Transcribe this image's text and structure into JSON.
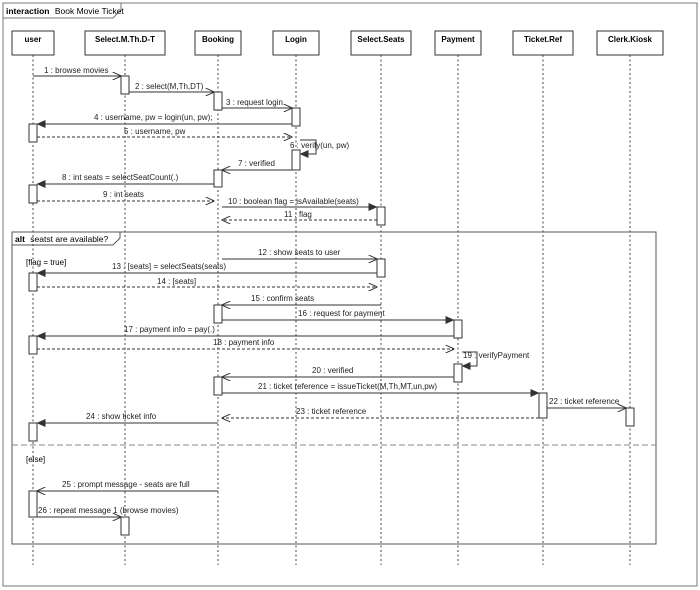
{
  "frame": {
    "keyword": "interaction",
    "name": "Book Movie Ticket"
  },
  "lifelines": [
    {
      "id": "user",
      "label": "user"
    },
    {
      "id": "selectMThDT",
      "label": "Select.M.Th.D-T"
    },
    {
      "id": "booking",
      "label": "Booking"
    },
    {
      "id": "login",
      "label": "Login"
    },
    {
      "id": "selectSeats",
      "label": "Select.Seats"
    },
    {
      "id": "payment",
      "label": "Payment"
    },
    {
      "id": "ticketRef",
      "label": "Ticket.Ref"
    },
    {
      "id": "clerkKiosk",
      "label": "Clerk.Kiosk"
    }
  ],
  "messages": [
    {
      "label": "1 : browse movies",
      "from": "user",
      "to": "selectMThDT",
      "kind": "sync"
    },
    {
      "label": "2 : select(M,Th,DT)",
      "from": "selectMThDT",
      "to": "booking",
      "kind": "sync"
    },
    {
      "label": "3 : request login",
      "from": "booking",
      "to": "login",
      "kind": "sync"
    },
    {
      "label": "4 : username, pw = login(un, pw);",
      "from": "login",
      "to": "user",
      "kind": "sync"
    },
    {
      "label": "5 : username, pw",
      "from": "user",
      "to": "login",
      "kind": "reply"
    },
    {
      "label": "6 : verify(un, pw)",
      "from": "login",
      "to": "login",
      "kind": "self"
    },
    {
      "label": "7 : verified",
      "from": "login",
      "to": "booking",
      "kind": "sync"
    },
    {
      "label": "8 : int seats = selectSeatCount(.)",
      "from": "booking",
      "to": "user",
      "kind": "sync"
    },
    {
      "label": "9 : int seats",
      "from": "user",
      "to": "booking",
      "kind": "reply"
    },
    {
      "label": "10 : boolean flag = isAvailable(seats)",
      "from": "booking",
      "to": "selectSeats",
      "kind": "sync"
    },
    {
      "label": "11 : flag",
      "from": "selectSeats",
      "to": "booking",
      "kind": "reply"
    },
    {
      "label": "12 : show seats to user",
      "from": "booking",
      "to": "selectSeats",
      "kind": "sync"
    },
    {
      "label": "13 : [seats] = selectSeats(seats)",
      "from": "selectSeats",
      "to": "user",
      "kind": "sync"
    },
    {
      "label": "14 : [seats]",
      "from": "user",
      "to": "selectSeats",
      "kind": "reply"
    },
    {
      "label": "15 : confirm seats",
      "from": "selectSeats",
      "to": "booking",
      "kind": "sync"
    },
    {
      "label": "16 : request for payment",
      "from": "booking",
      "to": "payment",
      "kind": "sync"
    },
    {
      "label": "17 : payment info = pay(.)",
      "from": "payment",
      "to": "user",
      "kind": "sync"
    },
    {
      "label": "18 : payment info",
      "from": "user",
      "to": "payment",
      "kind": "reply"
    },
    {
      "label": "19 : verifyPayment",
      "from": "payment",
      "to": "payment",
      "kind": "self"
    },
    {
      "label": "20 : verified",
      "from": "payment",
      "to": "booking",
      "kind": "sync"
    },
    {
      "label": "21 : ticket reference = issueTicket(M,Th,MT,un,pw)",
      "from": "booking",
      "to": "ticketRef",
      "kind": "sync"
    },
    {
      "label": "22 : ticket reference",
      "from": "ticketRef",
      "to": "clerkKiosk",
      "kind": "sync"
    },
    {
      "label": "23 : ticket reference",
      "from": "ticketRef",
      "to": "booking",
      "kind": "reply"
    },
    {
      "label": "24 : show ticket info",
      "from": "booking",
      "to": "user",
      "kind": "sync"
    },
    {
      "label": "25 : prompt message - seats are full",
      "from": "booking",
      "to": "user",
      "kind": "sync"
    },
    {
      "label": "26 : repeat message 1 (browse movies)",
      "from": "user",
      "to": "selectMThDT",
      "kind": "sync"
    }
  ],
  "alt_fragment": {
    "keyword": "alt",
    "condition": "seatst are available?",
    "guards": [
      "[flag = true]",
      "[else]"
    ]
  },
  "colors": {
    "line": "#333333",
    "frame_border": "#777777",
    "fragment_border": "#555555",
    "separator": "#888888"
  }
}
